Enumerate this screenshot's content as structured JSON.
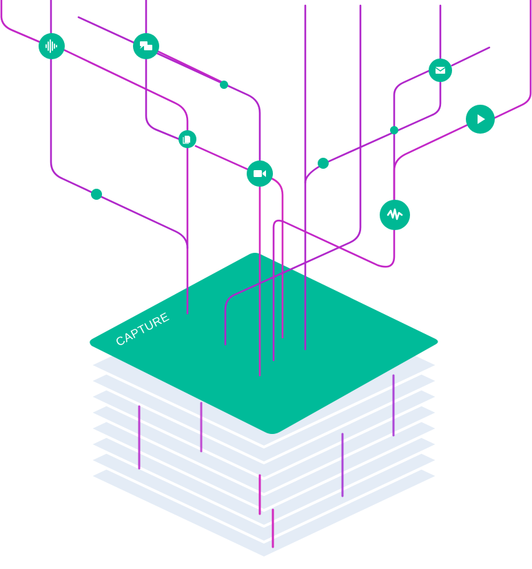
{
  "stack": {
    "top_label": "CAPTURE",
    "layer_count": 8
  },
  "colors": {
    "line": "#c226c7",
    "line_purple": "#9c29d4",
    "node": "#00b894",
    "node_dark": "#02a583",
    "top_face": "#00bb99",
    "layer": "#e4ecf6",
    "layer_edge": "#ffffff",
    "icon": "#ffffff"
  },
  "nodes": [
    {
      "name": "audio-waveform-node",
      "icon": "audio-waveform-icon"
    },
    {
      "name": "chat-node",
      "icon": "chat-bubbles-icon"
    },
    {
      "name": "document-node",
      "icon": "document-icon"
    },
    {
      "name": "video-camera-node",
      "icon": "video-camera-icon"
    },
    {
      "name": "email-node",
      "icon": "envelope-icon"
    },
    {
      "name": "play-node",
      "icon": "play-icon"
    },
    {
      "name": "signal-node",
      "icon": "signal-wave-icon"
    }
  ]
}
